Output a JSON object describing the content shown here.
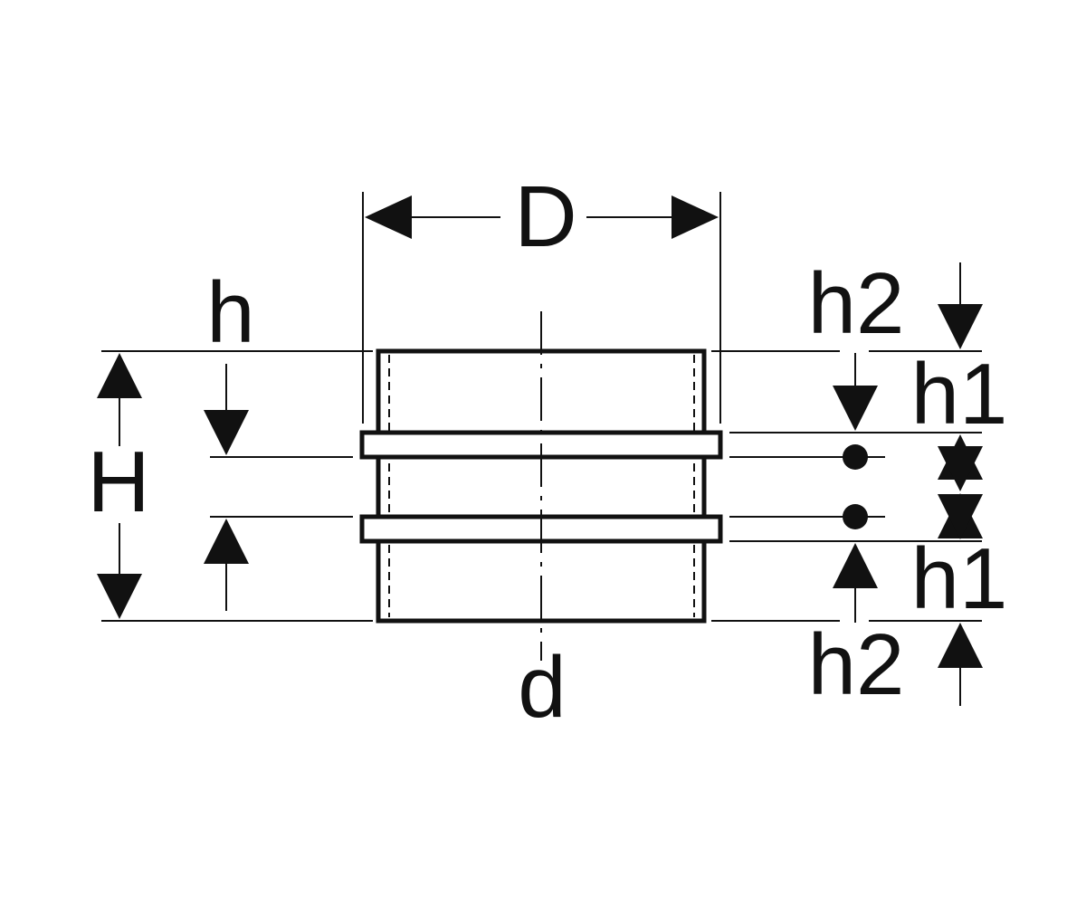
{
  "diagram": {
    "labels": {
      "D": "D",
      "d": "d",
      "H": "H",
      "h": "h",
      "h1_top": "h1",
      "h1_bottom": "h1",
      "h2_top": "h2",
      "h2_bottom": "h2"
    },
    "line_color": "#111111",
    "background": "#ffffff"
  }
}
